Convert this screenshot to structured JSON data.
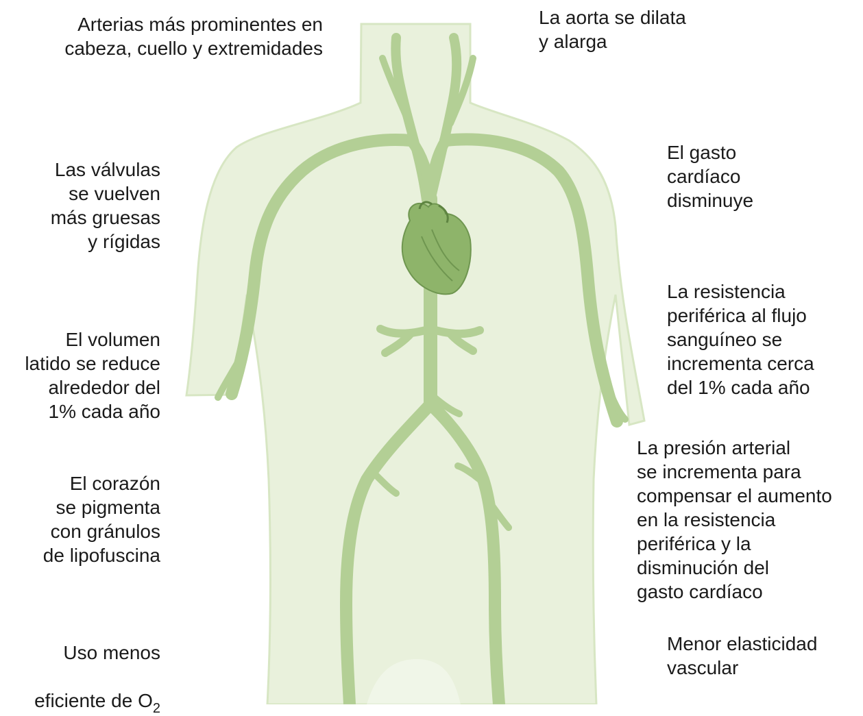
{
  "labels": {
    "arteries": "Arterias más prominentes en\ncabeza, cuello y extremidades",
    "aorta": "La aorta se dilata\ny alarga",
    "valves": "Las válvulas\nse vuelven\nmás gruesas\ny rígidas",
    "cardiac_output": "El gasto\ncardíaco\ndisminuye",
    "stroke_volume": "El volumen\nlatido se reduce\nalrededor del\n1% cada año",
    "resistance": "La resistencia\nperiférica al flujo\nsanguíneo se\nincrementa cerca\ndel 1% cada año",
    "pressure": "La presión arterial\nse incrementa para\ncompensar el aumento\nen la resistencia\nperiférica y la\ndisminución del\ngasto cardíaco",
    "pigment": "El corazón\nse pigmenta\ncon gránulos\nde lipofuscina",
    "oxygen_line1": "Uso menos",
    "oxygen_line2": "eficiente de O",
    "oxygen_sub": "2",
    "elasticity": "Menor elasticidad\nvascular"
  },
  "colors": {
    "body_fill": "#e9f1dc",
    "body_edge": "#d7e6c3",
    "vessel": "#b3cf95",
    "heart": "#8eb46a"
  }
}
